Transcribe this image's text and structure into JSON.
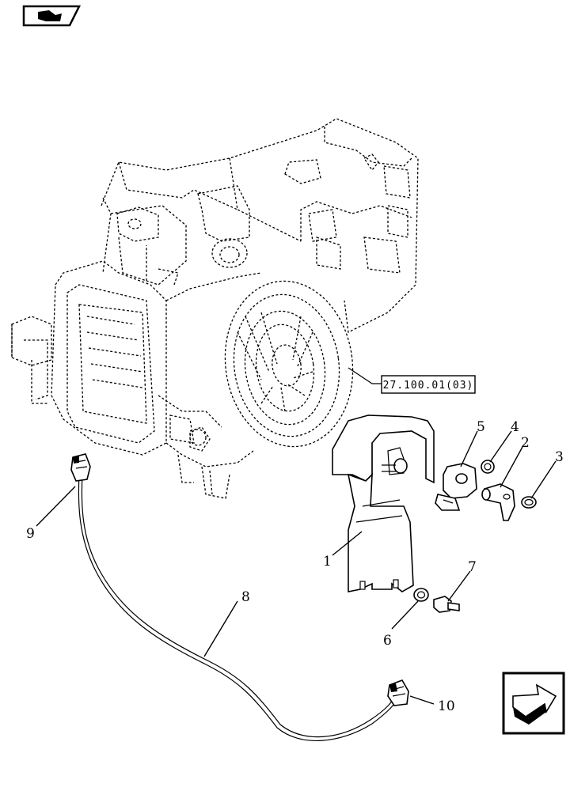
{
  "diagram": {
    "reference_box": "27.100.01(03)",
    "callouts": [
      "1",
      "2",
      "3",
      "4",
      "5",
      "6",
      "7",
      "8",
      "9",
      "10"
    ]
  },
  "icons": {
    "top_left": "book-icon",
    "bottom_right": "next-page-arrow-icon"
  }
}
